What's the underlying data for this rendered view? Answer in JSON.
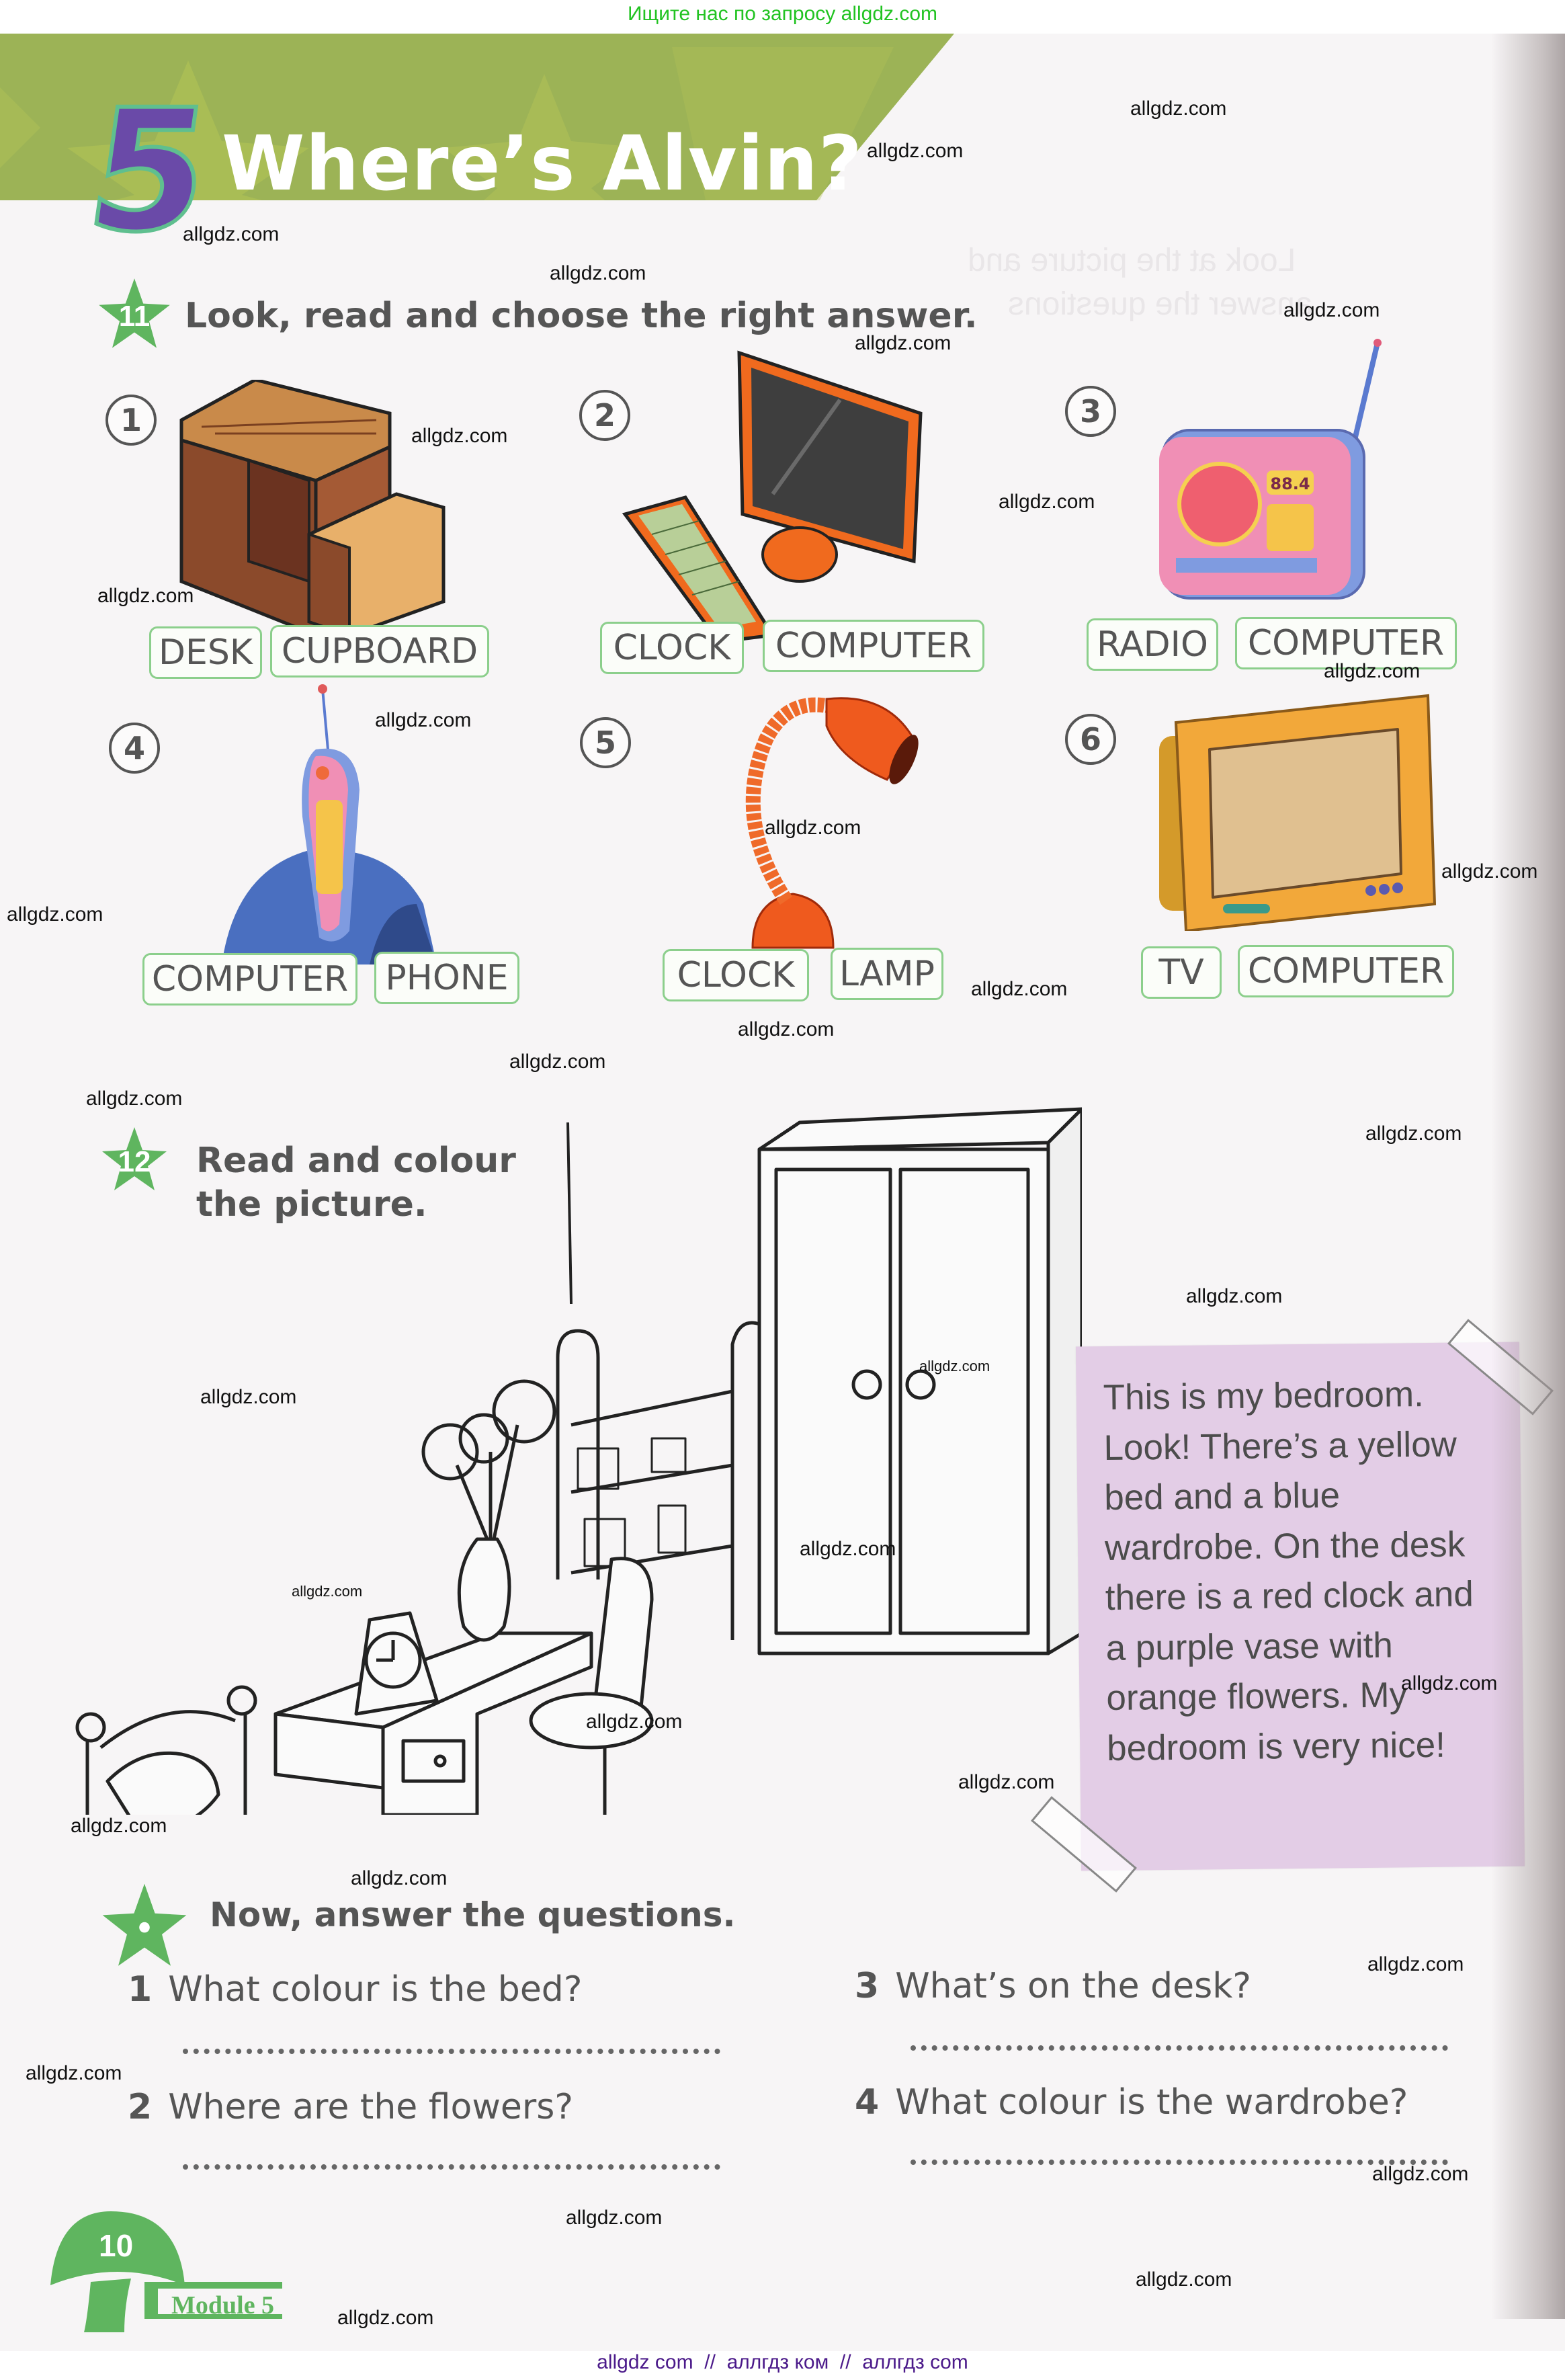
{
  "top_bar": {
    "link_text": "Ищите нас по запросу allgdz.com"
  },
  "unit": {
    "number": "5",
    "title": "Where’s Alvin?"
  },
  "colors": {
    "banner_green": "#9cb356",
    "star_green": "#5fb55f",
    "button_border": "#8ccf8c",
    "note_purple": "#e3cde6",
    "unit_number_purple": "#6a4aa8",
    "top_link_green": "#22c322",
    "footer_purple": "#4b1a8a"
  },
  "exercise11": {
    "number": "11",
    "instruction": "Look, read and choose the right answer.",
    "items": [
      {
        "number": "1",
        "picture": "cupboard",
        "options": [
          "DESK",
          "CUPBOARD"
        ]
      },
      {
        "number": "2",
        "picture": "computer",
        "options": [
          "CLOCK",
          "COMPUTER"
        ]
      },
      {
        "number": "3",
        "picture": "radio",
        "display": "88.4",
        "options": [
          "RADIO",
          "COMPUTER"
        ]
      },
      {
        "number": "4",
        "picture": "phone",
        "options": [
          "COMPUTER",
          "PHONE"
        ]
      },
      {
        "number": "5",
        "picture": "lamp",
        "options": [
          "CLOCK",
          "LAMP"
        ]
      },
      {
        "number": "6",
        "picture": "tv",
        "options": [
          "TV",
          "COMPUTER"
        ]
      }
    ]
  },
  "exercise12": {
    "number": "12",
    "instruction_line1": "Read and colour",
    "instruction_line2": "the picture.",
    "note_text": "This is my bedroom. Look! There’s a yellow bed and a blue wardrobe. On the desk there is a red clock and a purple vase with orange flowers. My bedroom is very nice!"
  },
  "answer_section": {
    "instruction": "Now, answer the questions.",
    "questions": [
      {
        "number": "1",
        "text": "What colour is the bed?"
      },
      {
        "number": "2",
        "text": "Where are the flowers?"
      },
      {
        "number": "3",
        "text": "What’s on the desk?"
      },
      {
        "number": "4",
        "text": "What colour is the wardrobe?"
      }
    ]
  },
  "page_footer": {
    "page_number": "10",
    "module_label": "Module 5"
  },
  "bottom_bar": {
    "text": "allgdz com  //  аллгдз ком  //  аллгдз com"
  },
  "watermark": {
    "text": "allgdz.com"
  }
}
